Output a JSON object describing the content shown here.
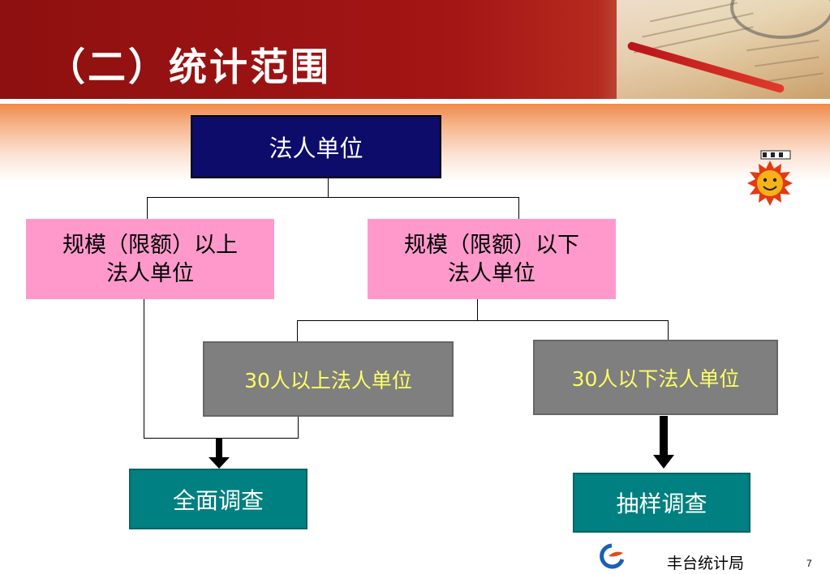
{
  "slide": {
    "title": "（二）统计范围",
    "page_number": "7",
    "footer": "丰台统计局"
  },
  "tree": {
    "root": "法人单位",
    "above_scale": "规模（限额）以上\n法人单位",
    "below_scale": "规模（限额）以下\n法人单位",
    "over_30": "30人以上法人单位",
    "under_30": "30人以下法人单位",
    "full_survey": "全面调查",
    "sample_survey": "抽样调查"
  },
  "icons": {
    "header_image": "finance-papers-pen-image",
    "sun": "smiling-sun-icon",
    "logo": "bureau-logo-icon"
  },
  "colors": {
    "header": "#9a1212",
    "root_box": "#0d0c6b",
    "scale_boxes": "#ff99cc",
    "size_boxes": "#7f7f7f",
    "size_text": "#ffff66",
    "survey_boxes": "#008080"
  }
}
